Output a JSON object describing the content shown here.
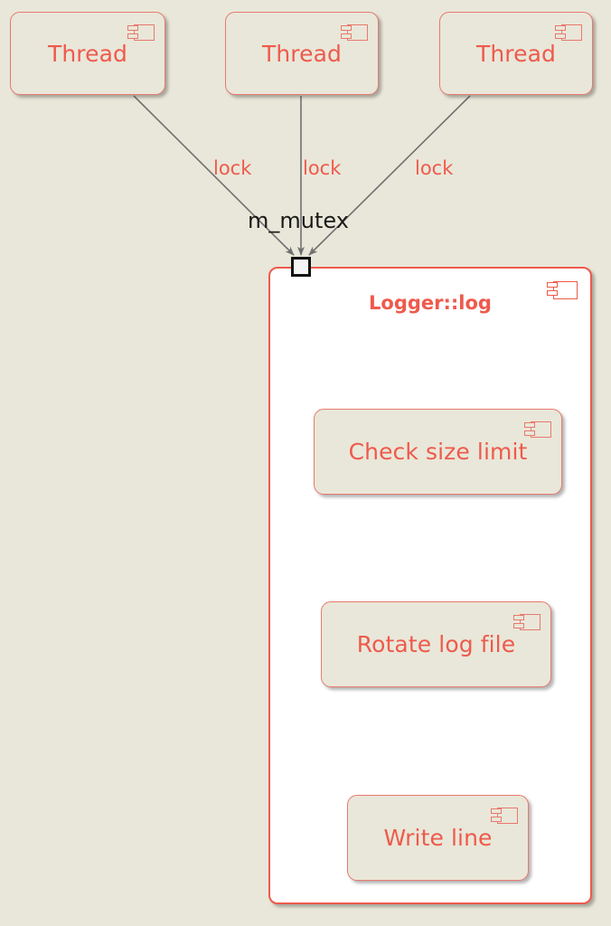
{
  "diagram": {
    "type": "uml-component-diagram",
    "background_color": "#E9E7D9",
    "accent_color": "#EE5A4C",
    "component_fill": "#E9E7D9",
    "container_fill": "#FFFFFF",
    "edge_color": "#707070",
    "port_border_color": "#111111"
  },
  "threads": [
    {
      "label": "Thread",
      "icon": "component-icon"
    },
    {
      "label": "Thread",
      "icon": "component-icon"
    },
    {
      "label": "Thread",
      "icon": "component-icon"
    }
  ],
  "edge_labels": {
    "lock1": "lock",
    "lock2": "lock",
    "lock3": "lock"
  },
  "port": {
    "label": "m_mutex",
    "name": "mutex-port"
  },
  "container": {
    "title": "Logger::log",
    "icon": "component-icon",
    "steps": [
      {
        "label": "Check size limit",
        "icon": "component-icon"
      },
      {
        "label": "Rotate log file",
        "icon": "component-icon"
      },
      {
        "label": "Write line",
        "icon": "component-icon"
      }
    ]
  }
}
